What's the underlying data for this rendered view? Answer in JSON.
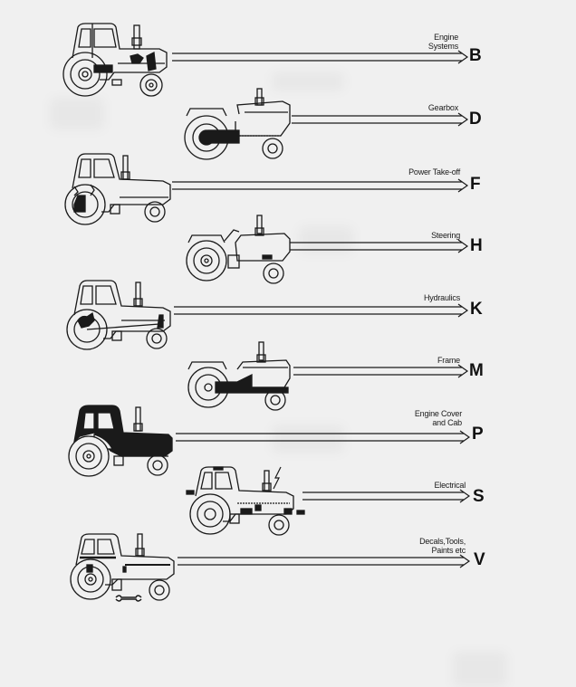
{
  "document": {
    "type": "service manual section index",
    "background_color": "#f0f0f0",
    "ink_color": "#1a1a1a"
  },
  "sections": [
    {
      "letter": "B",
      "label_lines": [
        "Engine",
        "Systems"
      ],
      "label": "Engine Systems",
      "tractor_style": "cab",
      "highlight": "engine",
      "icon": "tractor-engine-icon"
    },
    {
      "letter": "D",
      "label_lines": [
        "Gearbox"
      ],
      "label": "Gearbox",
      "tractor_style": "cabless",
      "highlight": "gearbox",
      "icon": "tractor-gearbox-icon"
    },
    {
      "letter": "F",
      "label_lines": [
        "Power Take-off"
      ],
      "label": "Power Take-off",
      "tractor_style": "cab",
      "highlight": "pto",
      "icon": "tractor-pto-icon"
    },
    {
      "letter": "H",
      "label_lines": [
        "Steering"
      ],
      "label": "Steering",
      "tractor_style": "cabless",
      "highlight": "steering",
      "icon": "tractor-steering-icon"
    },
    {
      "letter": "K",
      "label_lines": [
        "Hydraulics"
      ],
      "label": "Hydraulics",
      "tractor_style": "cab",
      "highlight": "hydraulics",
      "icon": "tractor-hydraulics-icon"
    },
    {
      "letter": "M",
      "label_lines": [
        "Frame"
      ],
      "label": "Frame",
      "tractor_style": "cabless",
      "highlight": "frame",
      "icon": "tractor-frame-icon"
    },
    {
      "letter": "P",
      "label_lines": [
        "Engine Cover",
        "and Cab"
      ],
      "label": "Engine Cover and Cab",
      "tractor_style": "cab",
      "highlight": "cover",
      "icon": "tractor-cab-cover-icon"
    },
    {
      "letter": "S",
      "label_lines": [
        "Electrical"
      ],
      "label": "Electrical",
      "tractor_style": "cab",
      "highlight": "electrical",
      "icon": "tractor-electrical-icon"
    },
    {
      "letter": "V",
      "label_lines": [
        "Decals,Tools,",
        "Paints etc"
      ],
      "label": "Decals, Tools, Paints etc",
      "tractor_style": "cab",
      "highlight": "tools",
      "icon": "tractor-tools-icon"
    }
  ]
}
